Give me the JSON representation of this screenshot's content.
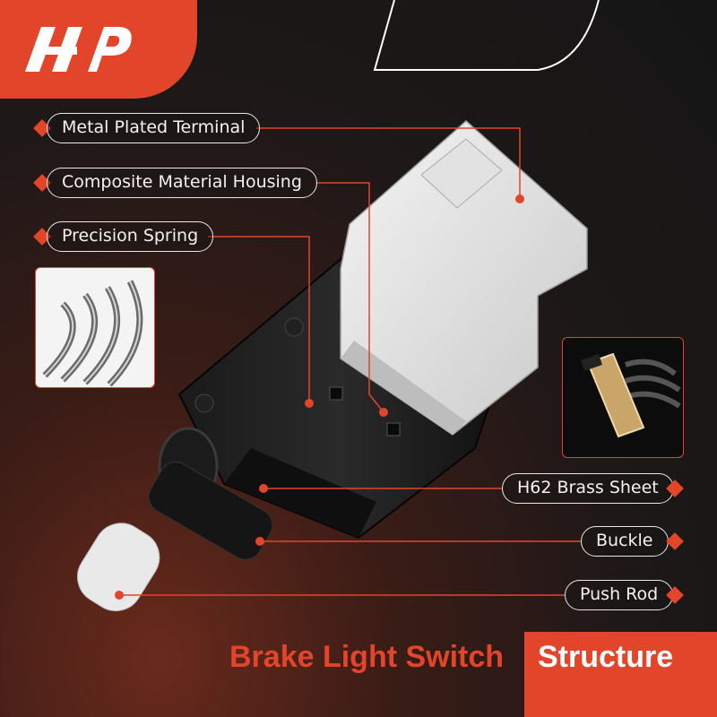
{
  "brand": {
    "logo_icon": "ap-logo-icon"
  },
  "callouts": [
    {
      "id": "metal-plated-terminal",
      "text": "Metal Plated Terminal"
    },
    {
      "id": "composite-material-housing",
      "text": "Composite Material Housing"
    },
    {
      "id": "precision-spring",
      "text": "Precision Spring"
    },
    {
      "id": "h62-brass-sheet",
      "text": "H62 Brass Sheet"
    },
    {
      "id": "buckle",
      "text": "Buckle"
    },
    {
      "id": "push-rod",
      "text": "Push Rod"
    }
  ],
  "title": {
    "part1": "Brake Light Switch",
    "part2": "Structure"
  },
  "colors": {
    "accent": "#e2452a",
    "background": "#161616",
    "label_border": "#e8e8e8",
    "text": "#ffffff"
  },
  "icons": {
    "spring_inset": "spring-closeup-icon",
    "brass_inset": "brass-sheet-closeup-icon",
    "product": "brake-light-switch-icon"
  }
}
